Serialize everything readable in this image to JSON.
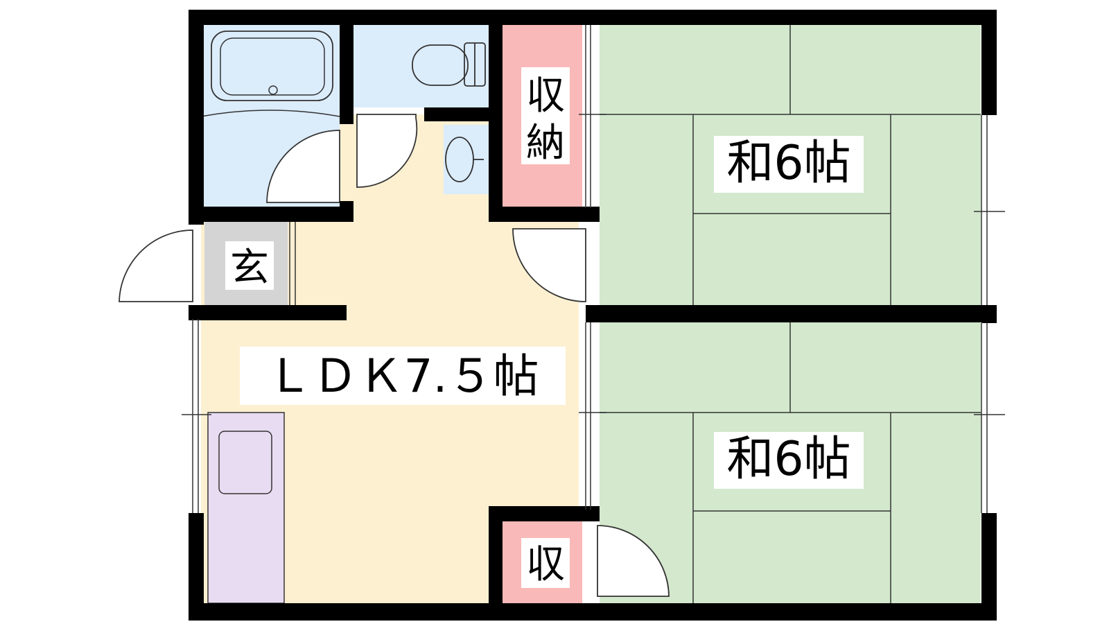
{
  "rooms": {
    "washitsu_top": {
      "label": "和6帖"
    },
    "washitsu_bottom": {
      "label": "和6帖"
    },
    "ldk": {
      "label": "ＬＤＫ7.５帖"
    },
    "storage_top": {
      "label_line1": "収",
      "label_line2": "納"
    },
    "storage_bottom": {
      "label": "収"
    },
    "entrance": {
      "label": "玄"
    }
  },
  "colors": {
    "wall": "#000000",
    "washitsu": "#d3e8cd",
    "ldk": "#fcf0d1",
    "wet_area": "#dbecfb",
    "storage": "#fab9b9",
    "entrance": "#d4d4d4",
    "kitchen": "#e8dcf2",
    "label_bg": "#ffffff"
  }
}
